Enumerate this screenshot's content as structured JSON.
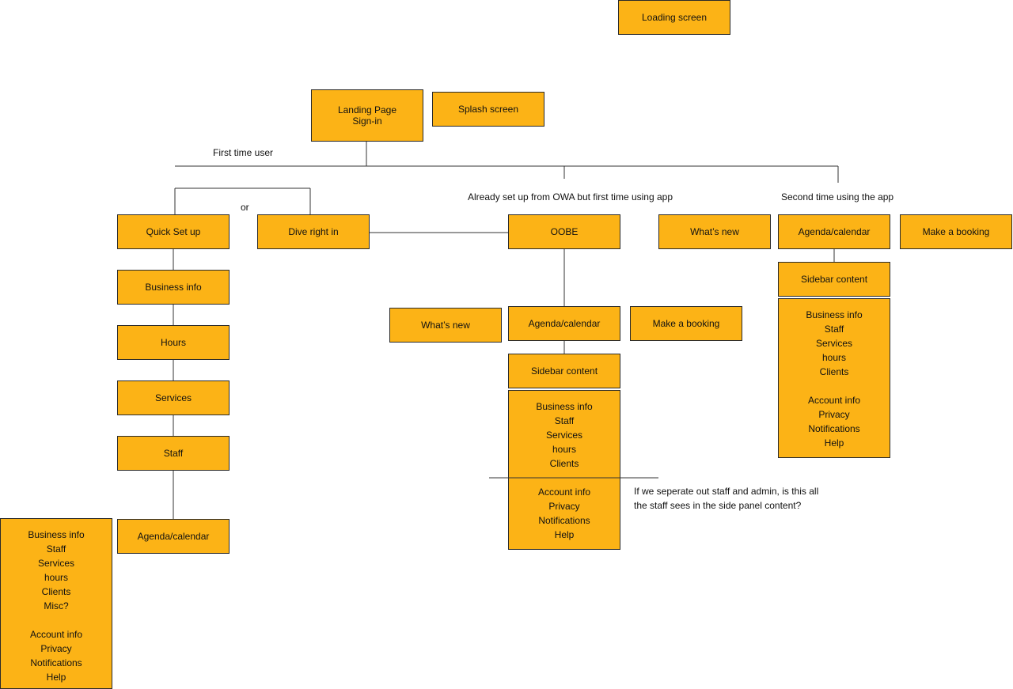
{
  "nodes": {
    "loading_screen": "Loading screen",
    "landing_page": "Landing Page\nSign-in",
    "splash_screen": "Splash screen",
    "quick_set_up": "Quick Set up",
    "dive_right_in": "Dive right in",
    "oobe": "OOBE",
    "whats_new_mid": "What’s new",
    "agenda_calendar_mid": "Agenda/calendar",
    "make_booking_mid": "Make a booking",
    "sidebar_content_mid": "Sidebar content",
    "whats_new_right": "What’s new",
    "agenda_calendar_right": "Agenda/calendar",
    "make_booking_right": "Make a booking",
    "sidebar_content_right": "Sidebar content",
    "business_info": "Business info",
    "hours": "Hours",
    "services": "Services",
    "staff": "Staff",
    "agenda_calendar_left": "Agenda/calendar"
  },
  "labels": {
    "first_time_user": "First time user",
    "or": "or",
    "already_set_up": "Already set up from OWA but first time using app",
    "second_time": "Second time using the app",
    "staff_note": "If we seperate out staff and admin, is this all the staff sees in the side panel content?"
  },
  "lists": {
    "left_panel": {
      "group1": [
        "Business info",
        "Staff",
        "Services",
        "hours",
        "Clients",
        "Misc?"
      ],
      "group2": [
        "Account info",
        "Privacy",
        "Notifications",
        "Help"
      ]
    },
    "mid_panel": {
      "group1": [
        "Business info",
        "Staff",
        "Services",
        "hours",
        "Clients"
      ],
      "group2": [
        "Account info",
        "Privacy",
        "Notifications",
        "Help"
      ]
    },
    "right_panel": {
      "group1": [
        "Business info",
        "Staff",
        "Services",
        "hours",
        "Clients"
      ],
      "group2": [
        "Account info",
        "Privacy",
        "Notifications",
        "Help"
      ]
    }
  },
  "colors": {
    "box_fill": "#FCB316",
    "box_border": "#2a2a2a",
    "line": "#333333"
  }
}
